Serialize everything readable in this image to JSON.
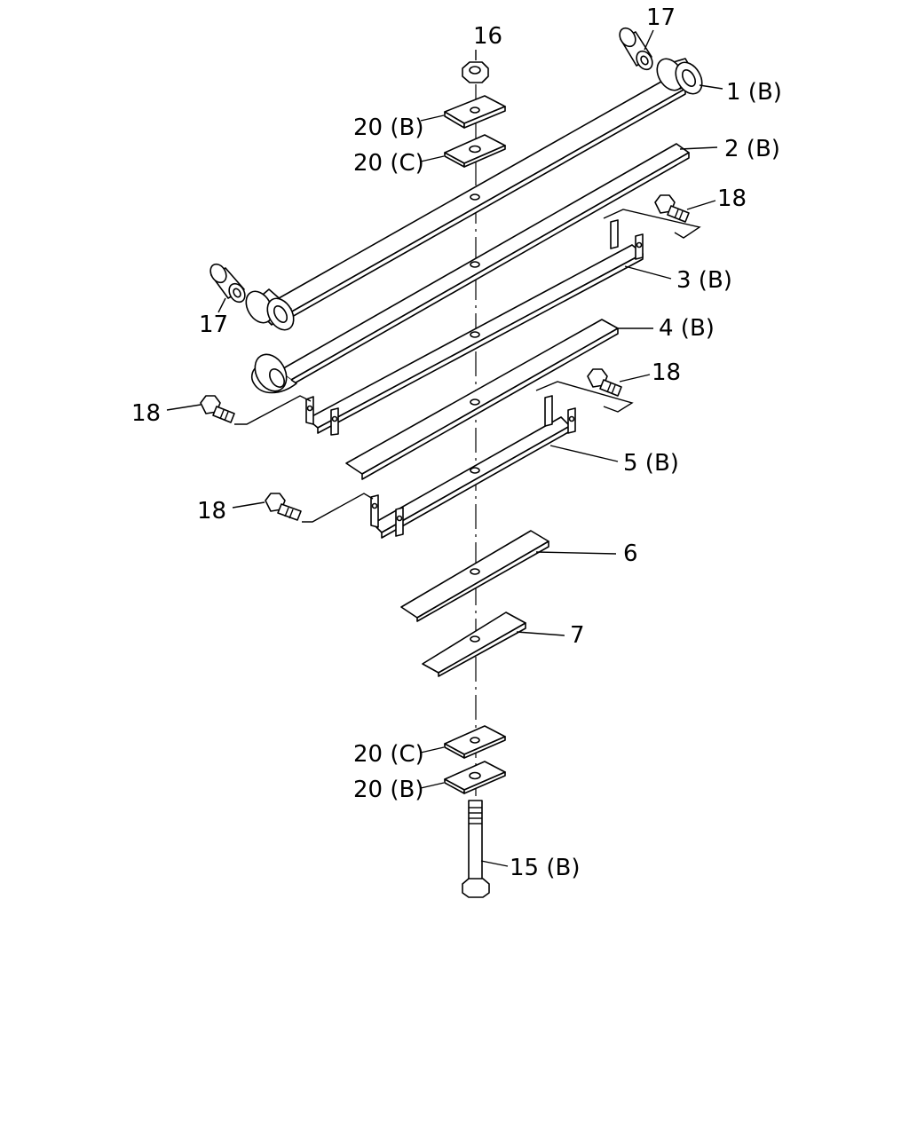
{
  "labels": {
    "l16": "16",
    "l17_top": "17",
    "l17_left": "17",
    "l1b": "1 (B)",
    "l2b": "2 (B)",
    "l3b": "3 (B)",
    "l4b": "4 (B)",
    "l5b": "5 (B)",
    "l6": "6",
    "l7": "7",
    "l18_a": "18",
    "l18_b": "18",
    "l18_c": "18",
    "l18_d": "18",
    "l20b_top": "20 (B)",
    "l20c_top": "20 (C)",
    "l20c_bot": "20 (C)",
    "l20b_bot": "20 (B)",
    "l15b": "15 (B)"
  }
}
